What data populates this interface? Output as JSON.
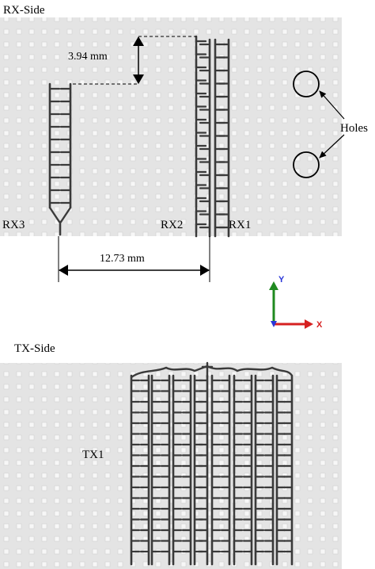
{
  "rx_panel": {
    "title": "RX-Side",
    "labels": {
      "rx1": "RX1",
      "rx2": "RX2",
      "rx3": "RX3"
    },
    "dimension_vertical": "3.94 mm",
    "dimension_horizontal": "12.73 mm",
    "holes_label": "Holes"
  },
  "axes": {
    "y": "Y",
    "x": "X"
  },
  "tx_panel": {
    "title": "TX-Side",
    "label": "TX1"
  },
  "colors": {
    "substrate": "#e4e4e4",
    "dot": "#f7f7f7",
    "trace": "#3a3a3a",
    "y_axis": "#1f8a1f",
    "x_axis": "#d62020",
    "z_axis": "#2a36d8"
  }
}
